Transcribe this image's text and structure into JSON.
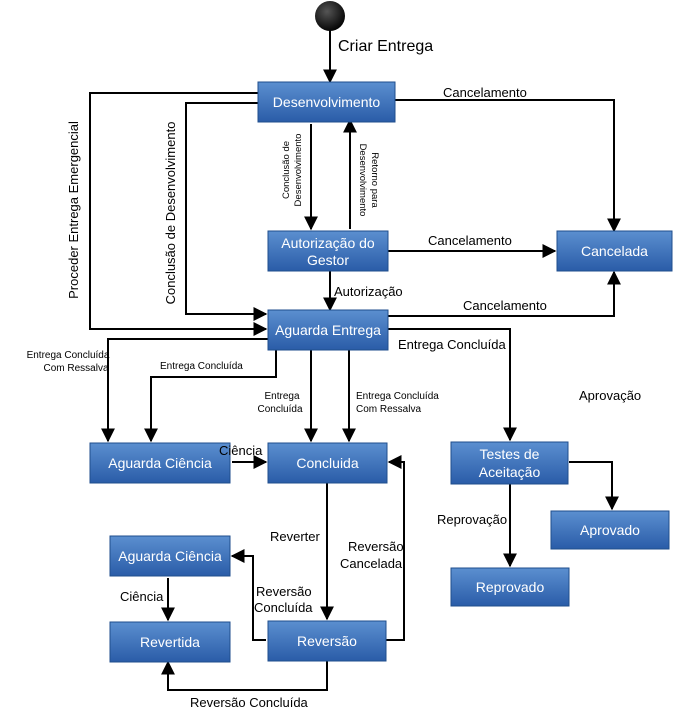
{
  "colors": {
    "node_fill_top": "#5b8fd0",
    "node_fill_bottom": "#2a5ca8",
    "node_stroke": "#1f4e8c",
    "node_text": "#ffffff",
    "edge": "#000000",
    "start_dot": "#000000"
  },
  "title": "Criar Entrega",
  "nodes": {
    "desenvolvimento": "Desenvolvimento",
    "autorizacao_gestor": [
      "Autorização do",
      "Gestor"
    ],
    "cancelada": "Cancelada",
    "aguarda_entrega": "Aguarda Entrega",
    "aguarda_ciencia": "Aguarda Ciência",
    "concluida": "Concluida",
    "testes_aceitacao": [
      "Testes de",
      "Aceitação"
    ],
    "aprovado": "Aprovado",
    "reprovado": "Reprovado",
    "aguarda_ciencia_2": "Aguarda Ciência",
    "revertida": "Revertida",
    "reversao": "Reversão"
  },
  "labels": {
    "cancelamento_1": "Cancelamento",
    "cancelamento_2": "Cancelamento",
    "cancelamento_3": "Cancelamento",
    "conclusao_desenv_small": [
      "Conclusão de",
      "Desenvolvimento"
    ],
    "retorno_desenv_small": [
      "Retorno para",
      "Desenvolvimento"
    ],
    "proceder_emergencial": "Proceder Entrega Emergencial",
    "conclusao_desenvolvimento": "Conclusão de Desenvolvimento",
    "autorizacao": "Autorização",
    "entrega_concluida_main": "Entrega Concluída",
    "entrega_concluida_com_ressalva_left": [
      "Entrega Concluída",
      "Com Ressalva"
    ],
    "entrega_concluida_left": "Entrega Concluída",
    "entrega_concluida_center": [
      "Entrega",
      "Concluída"
    ],
    "entrega_concluida_com_ressalva_center": [
      "Entrega Concluída",
      "Com Ressalva"
    ],
    "aprovacao": "Aprovação",
    "ciencia_1": "Ciência",
    "reverter": "Reverter",
    "reversao_cancelada": [
      "Reversão",
      "Cancelada"
    ],
    "reprovacao": "Reprovação",
    "reversao_concluida_1": [
      "Reversão",
      "Concluída"
    ],
    "ciencia_2": "Ciência",
    "reversao_concluida_2": "Reversão Concluída"
  }
}
